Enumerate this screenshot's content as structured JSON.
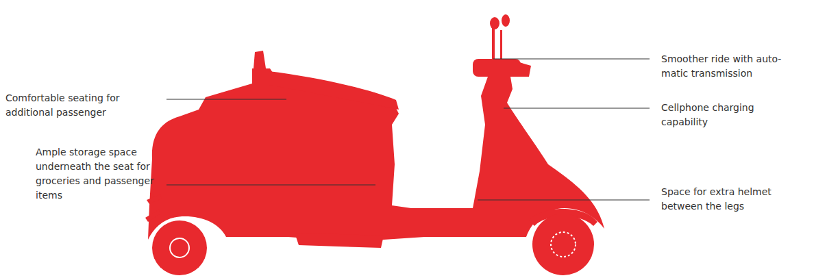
{
  "diagram": {
    "labels": [
      "Comfortable seating for additional passenger",
      "Ample storage space underneath the seat for groceries and passenger items",
      "Smoother ride with auto-matic transmission",
      "Cellphone charging capability",
      "Space for extra helmet between the legs"
    ]
  }
}
